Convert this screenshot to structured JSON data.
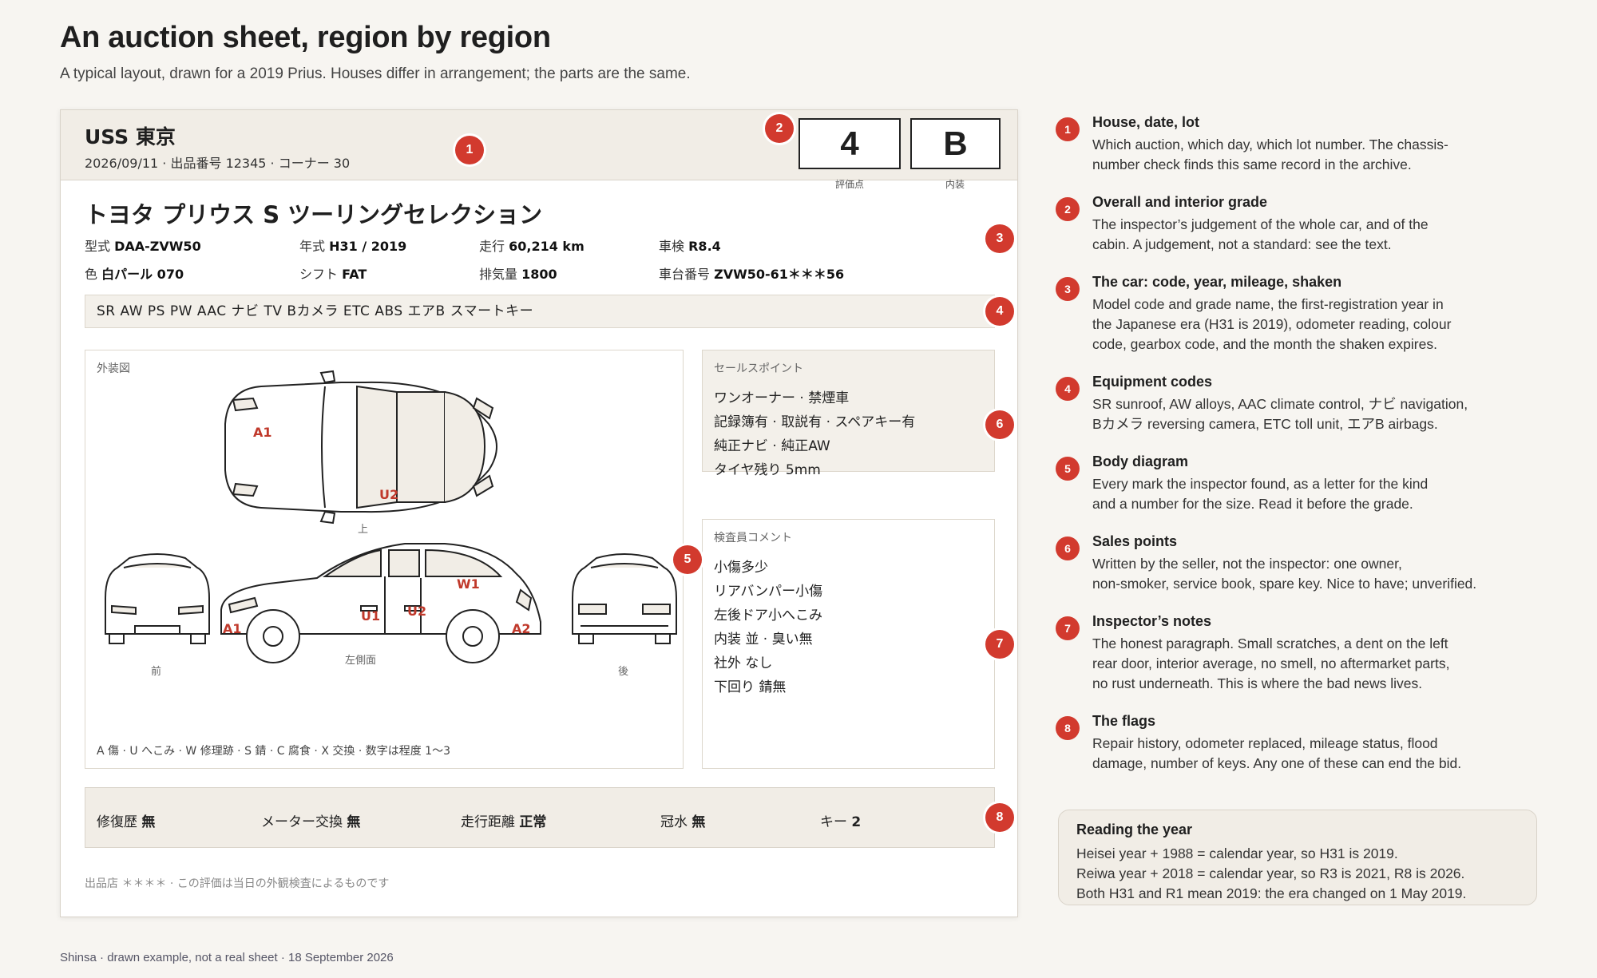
{
  "header": {
    "title": "An auction sheet, region by region",
    "subtitle": "A typical layout, drawn for a 2019 Prius. Houses differ in arrangement; the parts are the same."
  },
  "sheet": {
    "house": "USS 東京",
    "house_sub": "2026/09/11 · 出品番号 12345 · コーナー 30",
    "overall_grade": "4",
    "overall_grade_label": "評価点",
    "interior_grade": "B",
    "interior_grade_label": "内装",
    "car_name": "トヨタ プリウス S ツーリングセレクション",
    "specs": [
      {
        "label": "型式",
        "value": "DAA-ZVW50"
      },
      {
        "label": "年式",
        "value": "H31 / 2019"
      },
      {
        "label": "走行",
        "value": "60,214 km"
      },
      {
        "label": "車検",
        "value": "R8.4"
      },
      {
        "label": "色",
        "value": "白パール 070"
      },
      {
        "label": "シフト",
        "value": "FAT"
      },
      {
        "label": "排気量",
        "value": "1800"
      },
      {
        "label": "車台番号",
        "value": "ZVW50-61＊＊＊56"
      }
    ],
    "equipment": "SR AW PS PW AAC ナビ TV Bカメラ ETC ABS エアB スマートキー",
    "diagram": {
      "label": "外装図",
      "view_top": "上",
      "view_front": "前",
      "view_side": "左側面",
      "view_rear": "後",
      "marks": [
        "A1",
        "U2",
        "A1",
        "U1",
        "U2",
        "W1",
        "A2"
      ],
      "legend": "A 傷 · U へこみ · W 修理跡 · S 錆 · C 腐食 · X 交換 · 数字は程度 1〜3"
    },
    "sales_points": {
      "label": "セールスポイント",
      "items": [
        "ワンオーナー · 禁煙車",
        "記録簿有 · 取説有 · スペアキー有",
        "純正ナビ · 純正AW",
        "タイヤ残り 5mm"
      ]
    },
    "inspector": {
      "label": "検査員コメント",
      "items": [
        "小傷多少",
        "リアバンパー小傷",
        "左後ドア小へこみ",
        "内装 並 · 臭い無",
        "社外 なし",
        "下回り 錆無"
      ]
    },
    "flags": [
      {
        "label": "修復歴",
        "value": "無"
      },
      {
        "label": "メーター交換",
        "value": "無"
      },
      {
        "label": "走行距離",
        "value": "正常"
      },
      {
        "label": "冠水",
        "value": "無"
      },
      {
        "label": "キー",
        "value": "2"
      }
    ],
    "footer_note": "出品店 ＊＊＊＊ · この評価は当日の外観検査によるものです"
  },
  "badges": [
    "1",
    "2",
    "3",
    "4",
    "5",
    "6",
    "7",
    "8"
  ],
  "notes": [
    {
      "num": "1",
      "title": "House, date, lot",
      "lines": [
        "Which auction, which day, which lot number. The chassis-",
        "number check finds this same record in the archive."
      ]
    },
    {
      "num": "2",
      "title": "Overall and interior grade",
      "lines": [
        "The inspector’s judgement of the whole car, and of the",
        "cabin. A judgement, not a standard: see the text."
      ]
    },
    {
      "num": "3",
      "title": "The car: code, year, mileage, shaken",
      "lines": [
        "Model code and grade name, the first-registration year in",
        "the Japanese era (H31 is 2019), odometer reading, colour",
        "code, gearbox code, and the month the shaken expires."
      ]
    },
    {
      "num": "4",
      "title": "Equipment codes",
      "lines": [
        "SR sunroof, AW alloys, AAC climate control, ナビ navigation,",
        "Bカメラ reversing camera, ETC toll unit, エアB airbags."
      ]
    },
    {
      "num": "5",
      "title": "Body diagram",
      "lines": [
        "Every mark the inspector found, as a letter for the kind",
        "and a number for the size. Read it before the grade."
      ]
    },
    {
      "num": "6",
      "title": "Sales points",
      "lines": [
        "Written by the seller, not the inspector: one owner,",
        "non-smoker, service book, spare key. Nice to have; unverified."
      ]
    },
    {
      "num": "7",
      "title": "Inspector’s notes",
      "lines": [
        "The honest paragraph. Small scratches, a dent on the left",
        "rear door, interior average, no smell, no aftermarket parts,",
        "no rust underneath. This is where the bad news lives."
      ]
    },
    {
      "num": "8",
      "title": "The flags",
      "lines": [
        "Repair history, odometer replaced, mileage status, flood",
        "damage, number of keys. Any one of these can end the bid."
      ]
    }
  ],
  "year_box": {
    "title": "Reading the year",
    "lines": [
      "Heisei year + 1988 = calendar year, so H31 is 2019.",
      "Reiwa year + 2018 = calendar year, so R3 is 2021, R8 is 2026.",
      "Both H31 and R1 mean 2019: the era changed on 1 May 2019."
    ]
  },
  "footer": "Shinsa · drawn example, not a real sheet · 18 September 2026",
  "colors": {
    "badge": "#d23a2e",
    "mark": "#c0392b",
    "panel": "#f3f0ea"
  }
}
